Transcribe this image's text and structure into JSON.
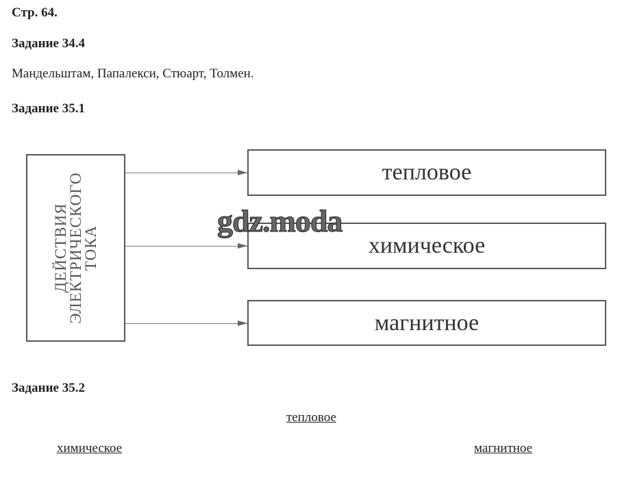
{
  "page": "Стр. 64.",
  "task1": {
    "title": "Задание 34.4",
    "text": "Мандельштам, Папалекси, Стюарт, Толмен."
  },
  "task2": {
    "title": "Задание 35.1",
    "diagram": {
      "source_lines": [
        "ДЕЙСТВИЯ",
        "ЭЛЕКТРИЧЕСКОГО",
        "ТОКА"
      ],
      "targets": [
        "тепловое",
        "химическое",
        "магнитное"
      ]
    }
  },
  "task3": {
    "title": "Задание 35.2",
    "links": [
      "тепловое",
      "химическое",
      "магнитное"
    ]
  },
  "watermark": "gdz.moda"
}
